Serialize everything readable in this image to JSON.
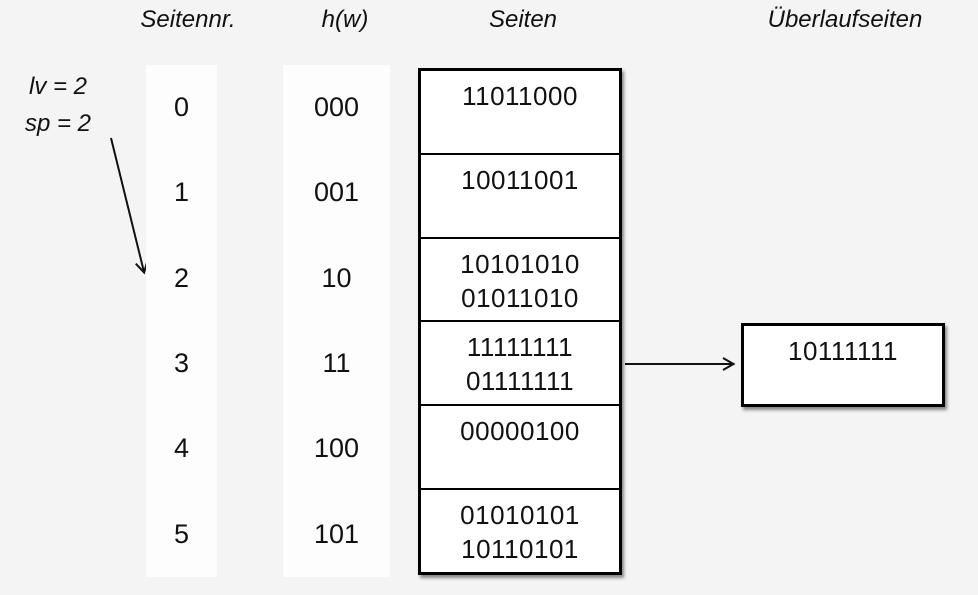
{
  "colors": {
    "background": "#f4f4f5",
    "band": "#fdfdfd",
    "box_fill": "#ffffff",
    "line": "#111111",
    "text": "#111111"
  },
  "headers": {
    "seitennr": "Seitennr.",
    "hw": "h(w)",
    "seiten": "Seiten",
    "ueberlauf": "Überlaufseiten"
  },
  "annotation": {
    "line1": "lv = 2",
    "line2": "sp = 2"
  },
  "table": {
    "rows": [
      {
        "seitennr": "0",
        "hw": "000",
        "seite": [
          "11011000"
        ]
      },
      {
        "seitennr": "1",
        "hw": "001",
        "seite": [
          "10011001"
        ]
      },
      {
        "seitennr": "2",
        "hw": "10",
        "seite": [
          "10101010",
          "01011010"
        ]
      },
      {
        "seitennr": "3",
        "hw": "11",
        "seite": [
          "11111111",
          "01111111"
        ]
      },
      {
        "seitennr": "4",
        "hw": "100",
        "seite": [
          "00000100"
        ]
      },
      {
        "seitennr": "5",
        "hw": "101",
        "seite": [
          "01010101",
          "10110101"
        ]
      }
    ]
  },
  "overflow": {
    "line1": "10111111"
  }
}
